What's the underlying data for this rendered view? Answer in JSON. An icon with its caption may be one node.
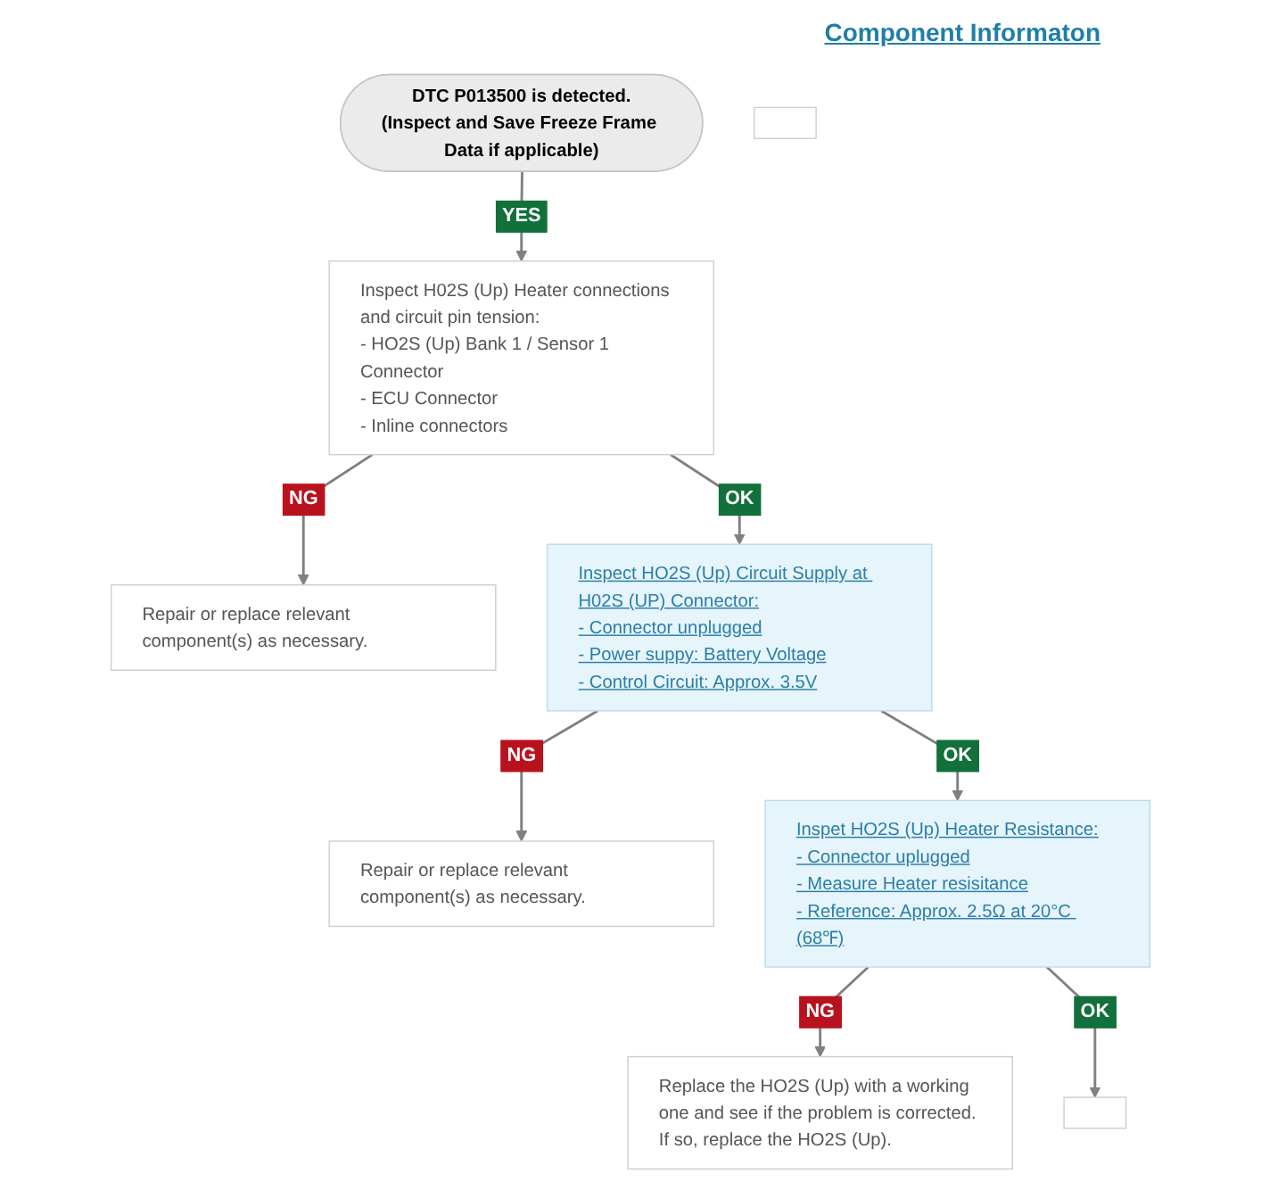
{
  "diagram": {
    "nodes": [
      {
        "text": [
          "DTC P013500 is detected.",
          "(Inspect and Save Freeze Frame Data if applicable)"
        ]
      },
      {
        "text": [
          "Inspect H02S (Up) Heater connections and circuit pin tension:",
          "- HO2S (Up) Bank 1 / Sensor 1 Connector",
          "- ECU Connector",
          "- Inline connectors"
        ]
      },
      {
        "text": [
          "Repair or replace relevant component(s) as necessary."
        ]
      },
      {
        "text": [
          "Inspect HO2S (Up) Circuit Supply at H02S (UP) Connector:",
          "- Connector unplugged",
          "- Power suppy: Battery Voltage",
          "- Control Circuit: Approx. 3.5V"
        ]
      },
      {
        "text": [
          "Repair or replace relevant component(s) as necessary."
        ]
      },
      {
        "text": [
          "Inspet HO2S (Up) Heater Resistance:",
          "- Connector uplugged",
          "- Measure Heater resisitance",
          "- Reference: Approx. 2.5Ω at 20°C (68℉)"
        ]
      },
      {
        "text": [
          "Replace the HO2S (Up) with a working one and see if the problem is corrected. If so, replace the HO2S (Up)."
        ]
      },
      {
        "text": [],
        "shape": "box"
      },
      {
        "text": [],
        "shape": "box"
      }
    ],
    "edges": [
      {
        "from": 0,
        "to": 1,
        "arrow": "to",
        "label": "YES"
      },
      {
        "from": 1,
        "to": 2,
        "arrow": "to",
        "label": "NG"
      },
      {
        "from": 1,
        "to": 3,
        "arrow": "to",
        "label": "OK"
      },
      {
        "from": 3,
        "to": 4,
        "arrow": "to",
        "label": "NG"
      },
      {
        "from": 3,
        "to": 5,
        "arrow": "to",
        "label": "OK"
      },
      {
        "from": 5,
        "to": 6,
        "arrow": "to",
        "label": "NG"
      },
      {
        "from": 5,
        "to": 7,
        "arrow": "to",
        "label": "OK"
      }
    ],
    "labels": [
      "Component Informaton"
    ]
  }
}
